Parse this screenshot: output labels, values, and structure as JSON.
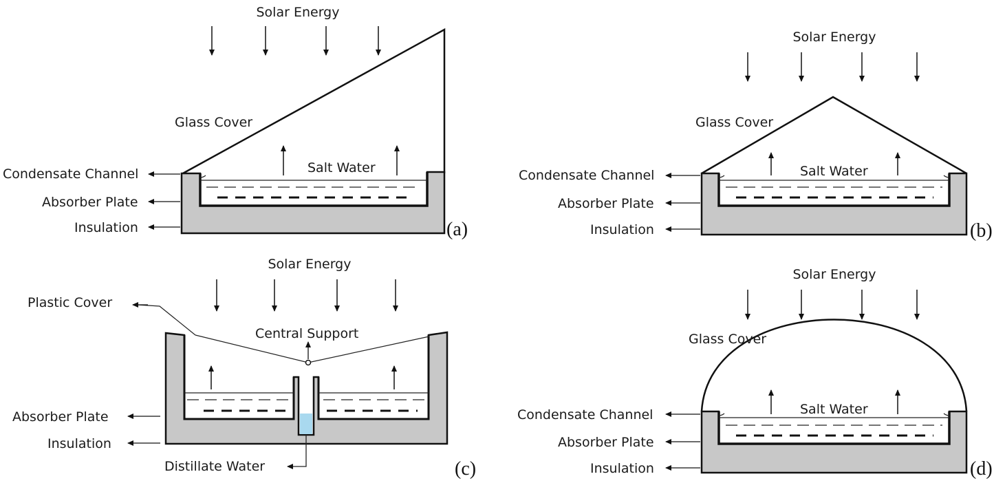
{
  "panels": {
    "a": {
      "tag": "(a)",
      "solar": "Solar Energy",
      "cover": "Glass Cover",
      "water": "Salt Water",
      "channel": "Condensate Channel",
      "absorber": "Absorber Plate",
      "insulation": "Insulation"
    },
    "b": {
      "tag": "(b)",
      "solar": "Solar Energy",
      "cover": "Glass Cover",
      "water": "Salt Water",
      "channel": "Condensate Channel",
      "absorber": "Absorber Plate",
      "insulation": "Insulation"
    },
    "c": {
      "tag": "(c)",
      "solar": "Solar Energy",
      "cover": "Plastic Cover",
      "support": "Central Support",
      "absorber": "Absorber Plate",
      "insulation": "Insulation",
      "distillate": "Distillate Water"
    },
    "d": {
      "tag": "(d)",
      "solar": "Solar Energy",
      "cover": "Glass Cover",
      "water": "Salt Water",
      "channel": "Condensate Channel",
      "absorber": "Absorber Plate",
      "insulation": "Insulation"
    }
  },
  "colors": {
    "insulation": "#c8c8c8",
    "distillate": "#a9d9ef",
    "line": "#111111"
  }
}
